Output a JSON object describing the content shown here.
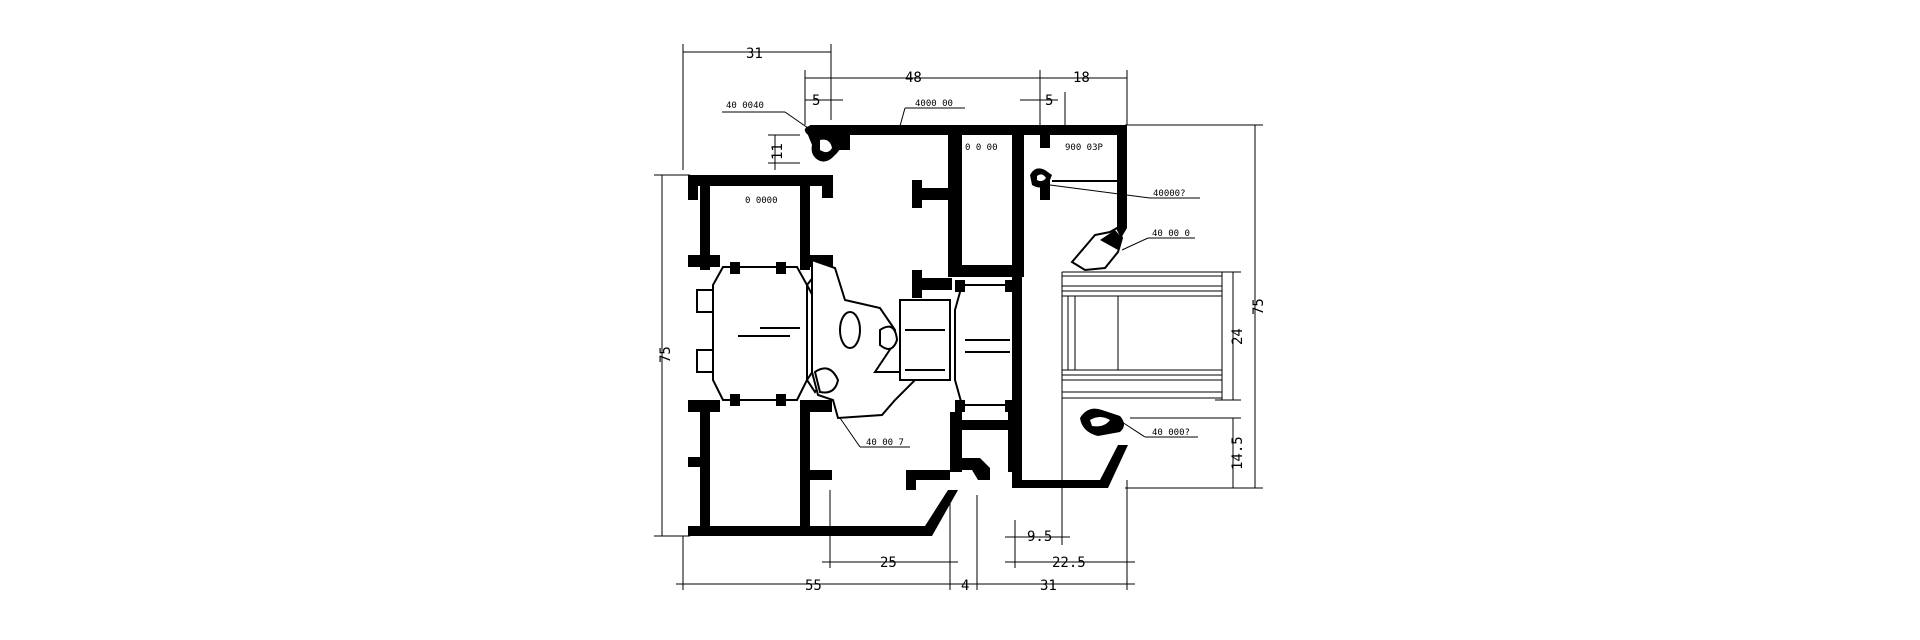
{
  "colors": {
    "line": "#000000",
    "background": "#ffffff"
  },
  "dimensions": {
    "top_31": "31",
    "top_48": "48",
    "top_18": "18",
    "top_5a": "5",
    "top_5b": "5",
    "left_11": "11",
    "left_75": "75",
    "right_75": "75",
    "right_24": "24",
    "right_145": "14.5",
    "bottom_95": "9.5",
    "bottom_225": "22.5",
    "bottom_25": "25",
    "bottom_55": "55",
    "bottom_4": "4",
    "bottom_31": "31"
  },
  "part_codes": {
    "c1": "40 0040",
    "c2": "4000 00",
    "c3": "0 0 00",
    "c4": "900 03P",
    "c5": "40000?",
    "c6": "40 00 0",
    "c7": "0 0000",
    "c8": "40 00 7",
    "c9": "40 000?"
  }
}
